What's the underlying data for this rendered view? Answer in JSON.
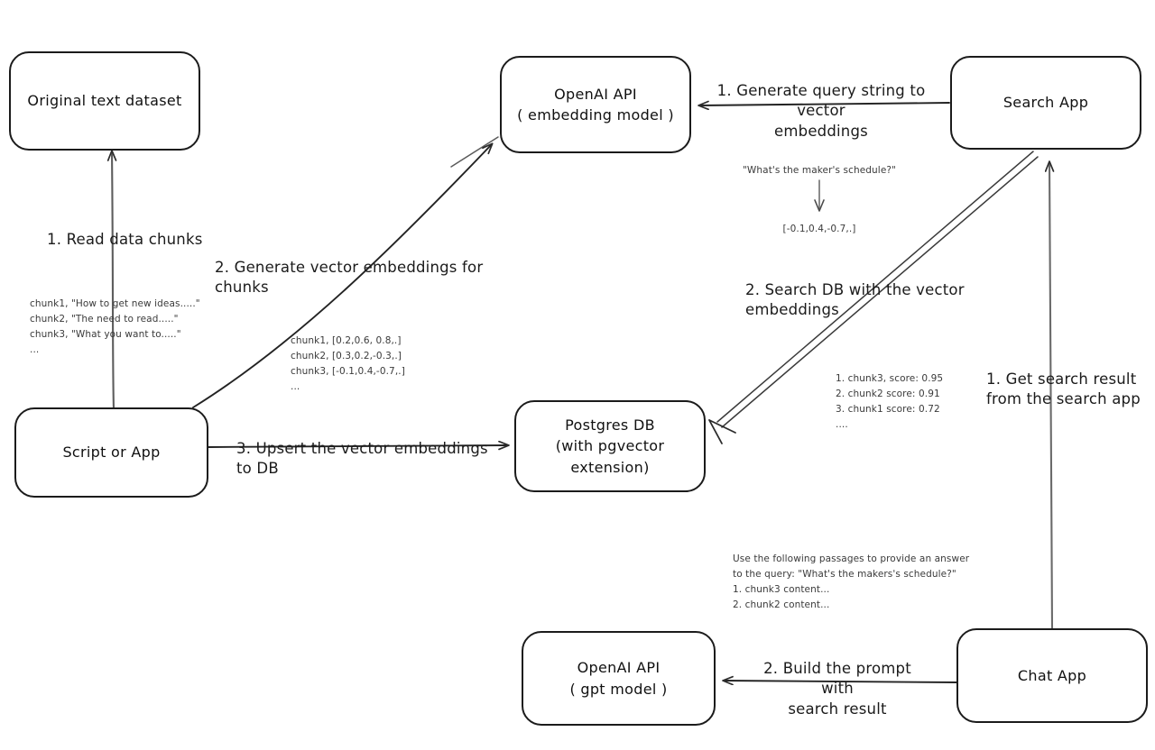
{
  "diagram": {
    "title": "Vector embedding search and chat architecture",
    "style": "hand-drawn flowchart",
    "stroke_color": "#1b1b1b",
    "background_color": "#ffffff",
    "nodes": [
      {
        "id": "original-text-dataset",
        "label": "Original text dataset",
        "sub": ""
      },
      {
        "id": "script-or-app",
        "label": "Script or App",
        "sub": ""
      },
      {
        "id": "openai-embedding",
        "label": "OpenAI API",
        "sub": "( embedding model )"
      },
      {
        "id": "postgres-db",
        "label": "Postgres DB",
        "sub": "(with pgvector extension)"
      },
      {
        "id": "search-app",
        "label": "Search App",
        "sub": ""
      },
      {
        "id": "chat-app",
        "label": "Chat App",
        "sub": ""
      },
      {
        "id": "openai-gpt",
        "label": "OpenAI API",
        "sub": "( gpt model )"
      }
    ],
    "edge_labels": {
      "read_data_chunks": "1. Read data chunks",
      "generate_vector_embeddings": "2. Generate vector embeddings for chunks",
      "upsert_to_db": "3. Upsert the vector embeddings  to DB",
      "generate_query_embeddings": "1. Generate query string to vector\nembeddings",
      "search_db": "2. Search DB with the vector embeddings",
      "get_search_result": "1. Get search result\nfrom the search app",
      "build_prompt": "2. Build the prompt with\nsearch result"
    },
    "annotations": {
      "chunks_sample": "chunk1, \"How to get new ideas.....\"\nchunk2, \"The need to read.....\"\nchunk3, \"What you want to.....\"\n...",
      "chunk_vectors": "chunk1, [0.2,0.6, 0.8,.]\nchunk2, [0.3,0.2,-0.3,.]\nchunk3, [-0.1,0.4,-0.7,.]\n...",
      "query_string": "\"What's the maker's schedule?\"",
      "query_vector": "[-0.1,0.4,-0.7,.]",
      "search_results": "1. chunk3, score: 0.95\n2. chunk2 score: 0.91\n3. chunk1 score: 0.72\n....",
      "prompt_block": "Use the following passages to provide an answer\nto the query: \"What's the makers's schedule?\"\n1. chunk3 content...\n2. chunk2 content..."
    }
  }
}
